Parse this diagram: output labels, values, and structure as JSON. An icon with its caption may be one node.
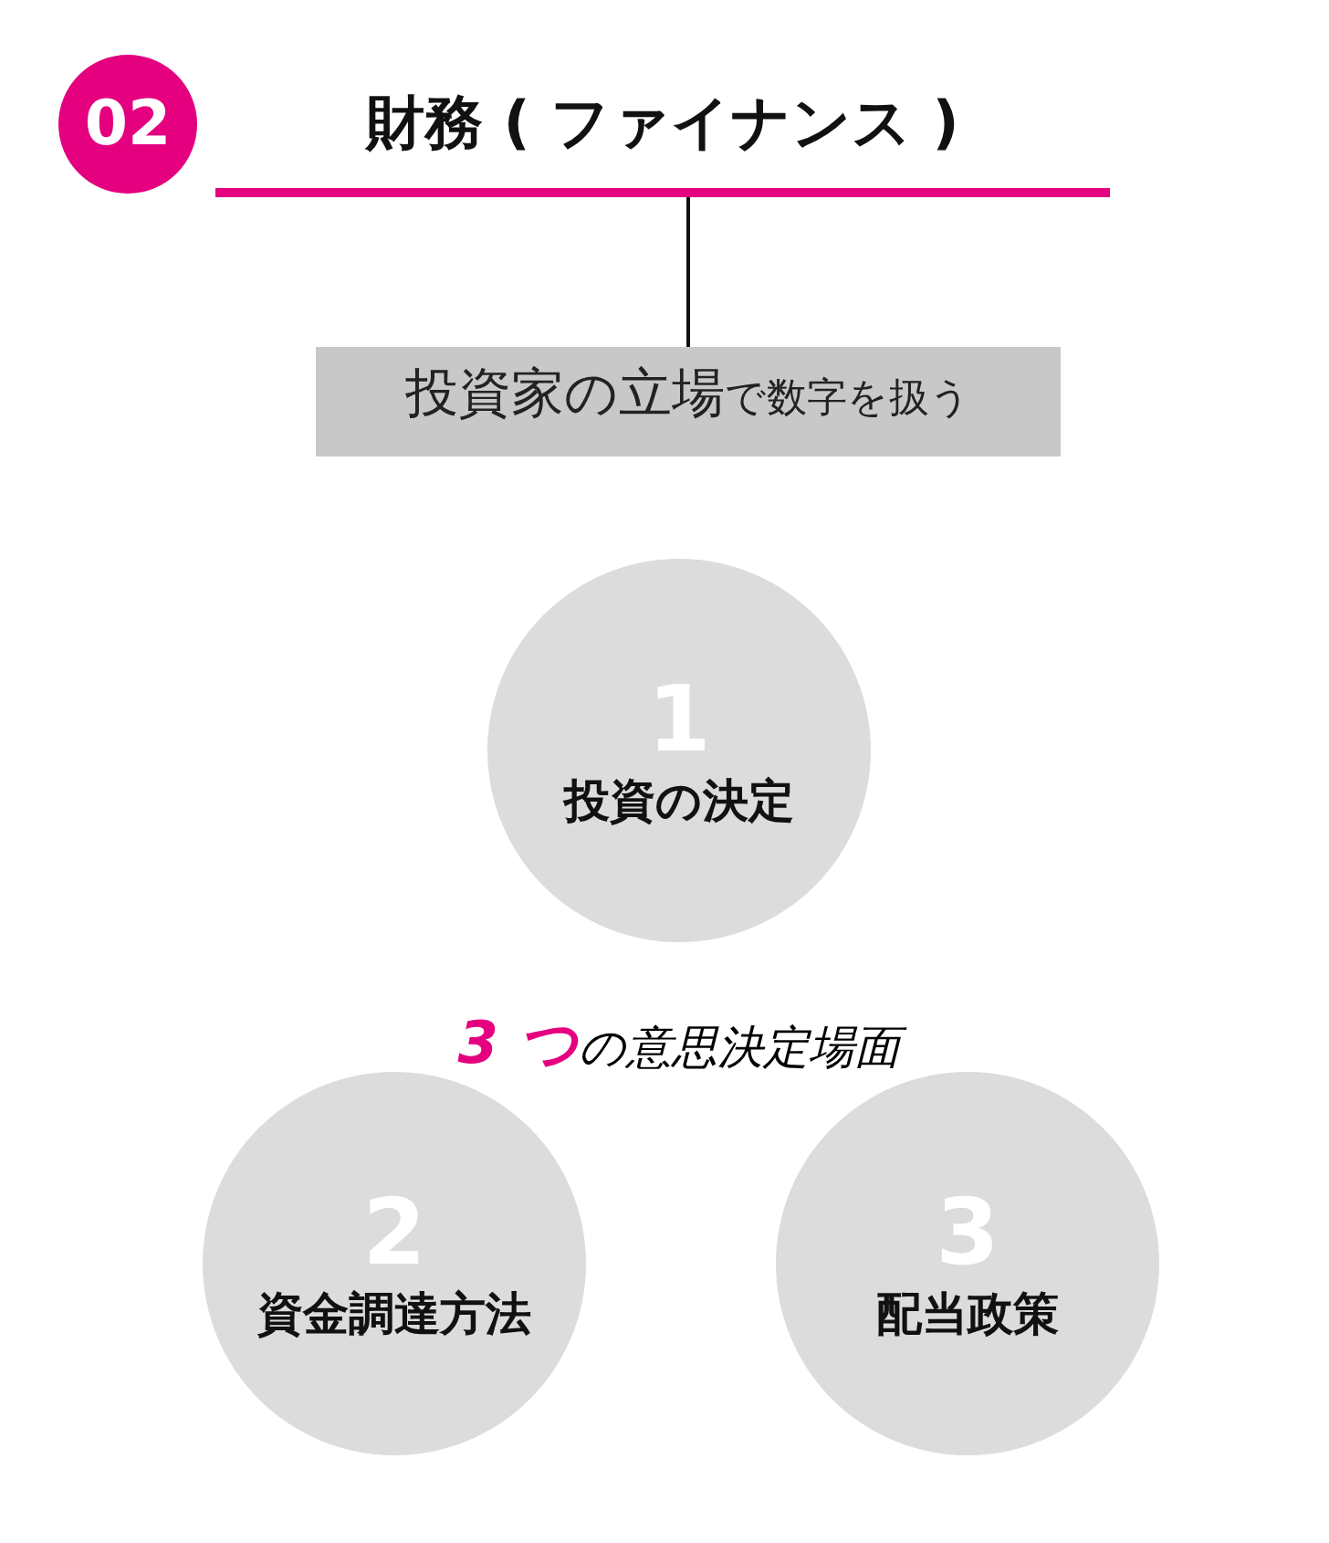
{
  "diagram": {
    "nodes": [
      {
        "text": [
          "02"
        ]
      },
      {
        "text": [
          "財務 ( ファイナンス )"
        ]
      },
      {
        "text": [
          "投資家の立場",
          "で数字を扱う"
        ]
      },
      {
        "text": [
          "1",
          "投資の決定"
        ]
      },
      {
        "text": [
          "2",
          "資金調達方法"
        ]
      },
      {
        "text": [
          "3",
          "配当政策"
        ]
      }
    ],
    "edges": [
      {
        "from": 1,
        "to": 2,
        "arrow": "none"
      }
    ],
    "labels": [
      "**3 つ**の意思決定場面"
    ]
  }
}
